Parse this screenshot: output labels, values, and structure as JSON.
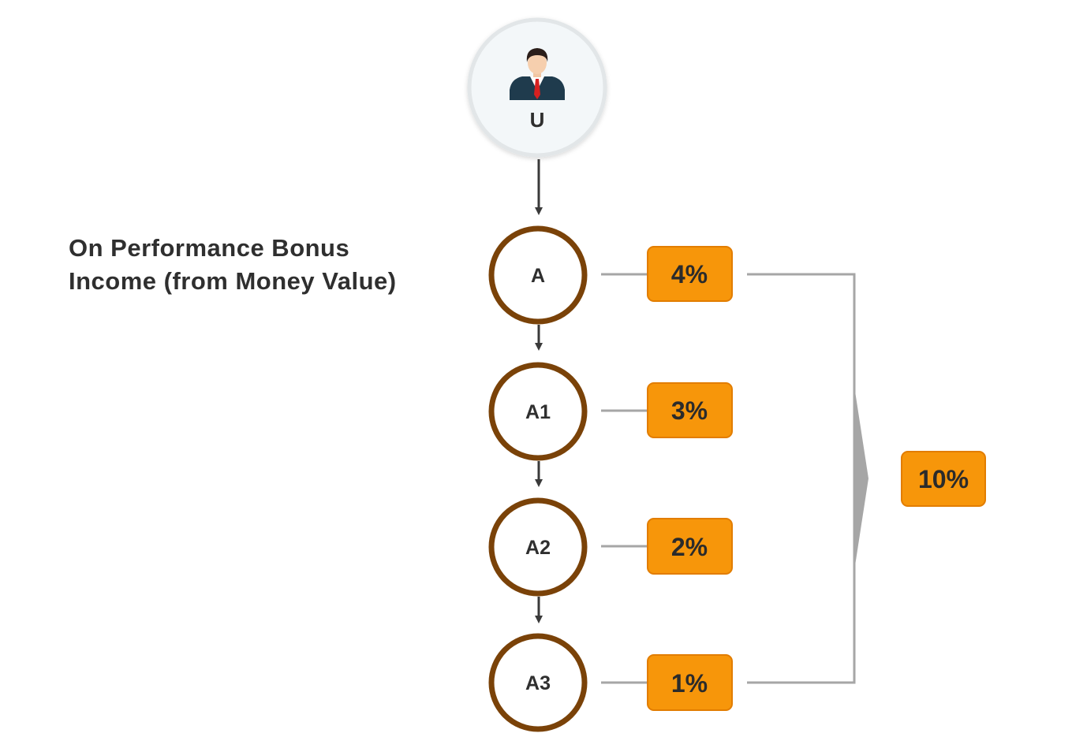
{
  "title": {
    "line1": "On Performance Bonus",
    "line2": "Income (from Money Value)"
  },
  "root": {
    "label": "U",
    "icon": "user-avatar-icon"
  },
  "levels": [
    {
      "node": "A",
      "percent": "4%"
    },
    {
      "node": "A1",
      "percent": "3%"
    },
    {
      "node": "A2",
      "percent": "2%"
    },
    {
      "node": "A3",
      "percent": "1%"
    }
  ],
  "total": {
    "percent": "10%"
  },
  "colors": {
    "node_border": "#7a4208",
    "badge_fill": "#f7960a",
    "badge_border": "#e27d00",
    "connector": "#a6a6a6",
    "arrow": "#3a3a3a",
    "root_fill": "#f3f7f9",
    "root_border": "#e2e6e8",
    "text": "#2f2f2f"
  }
}
